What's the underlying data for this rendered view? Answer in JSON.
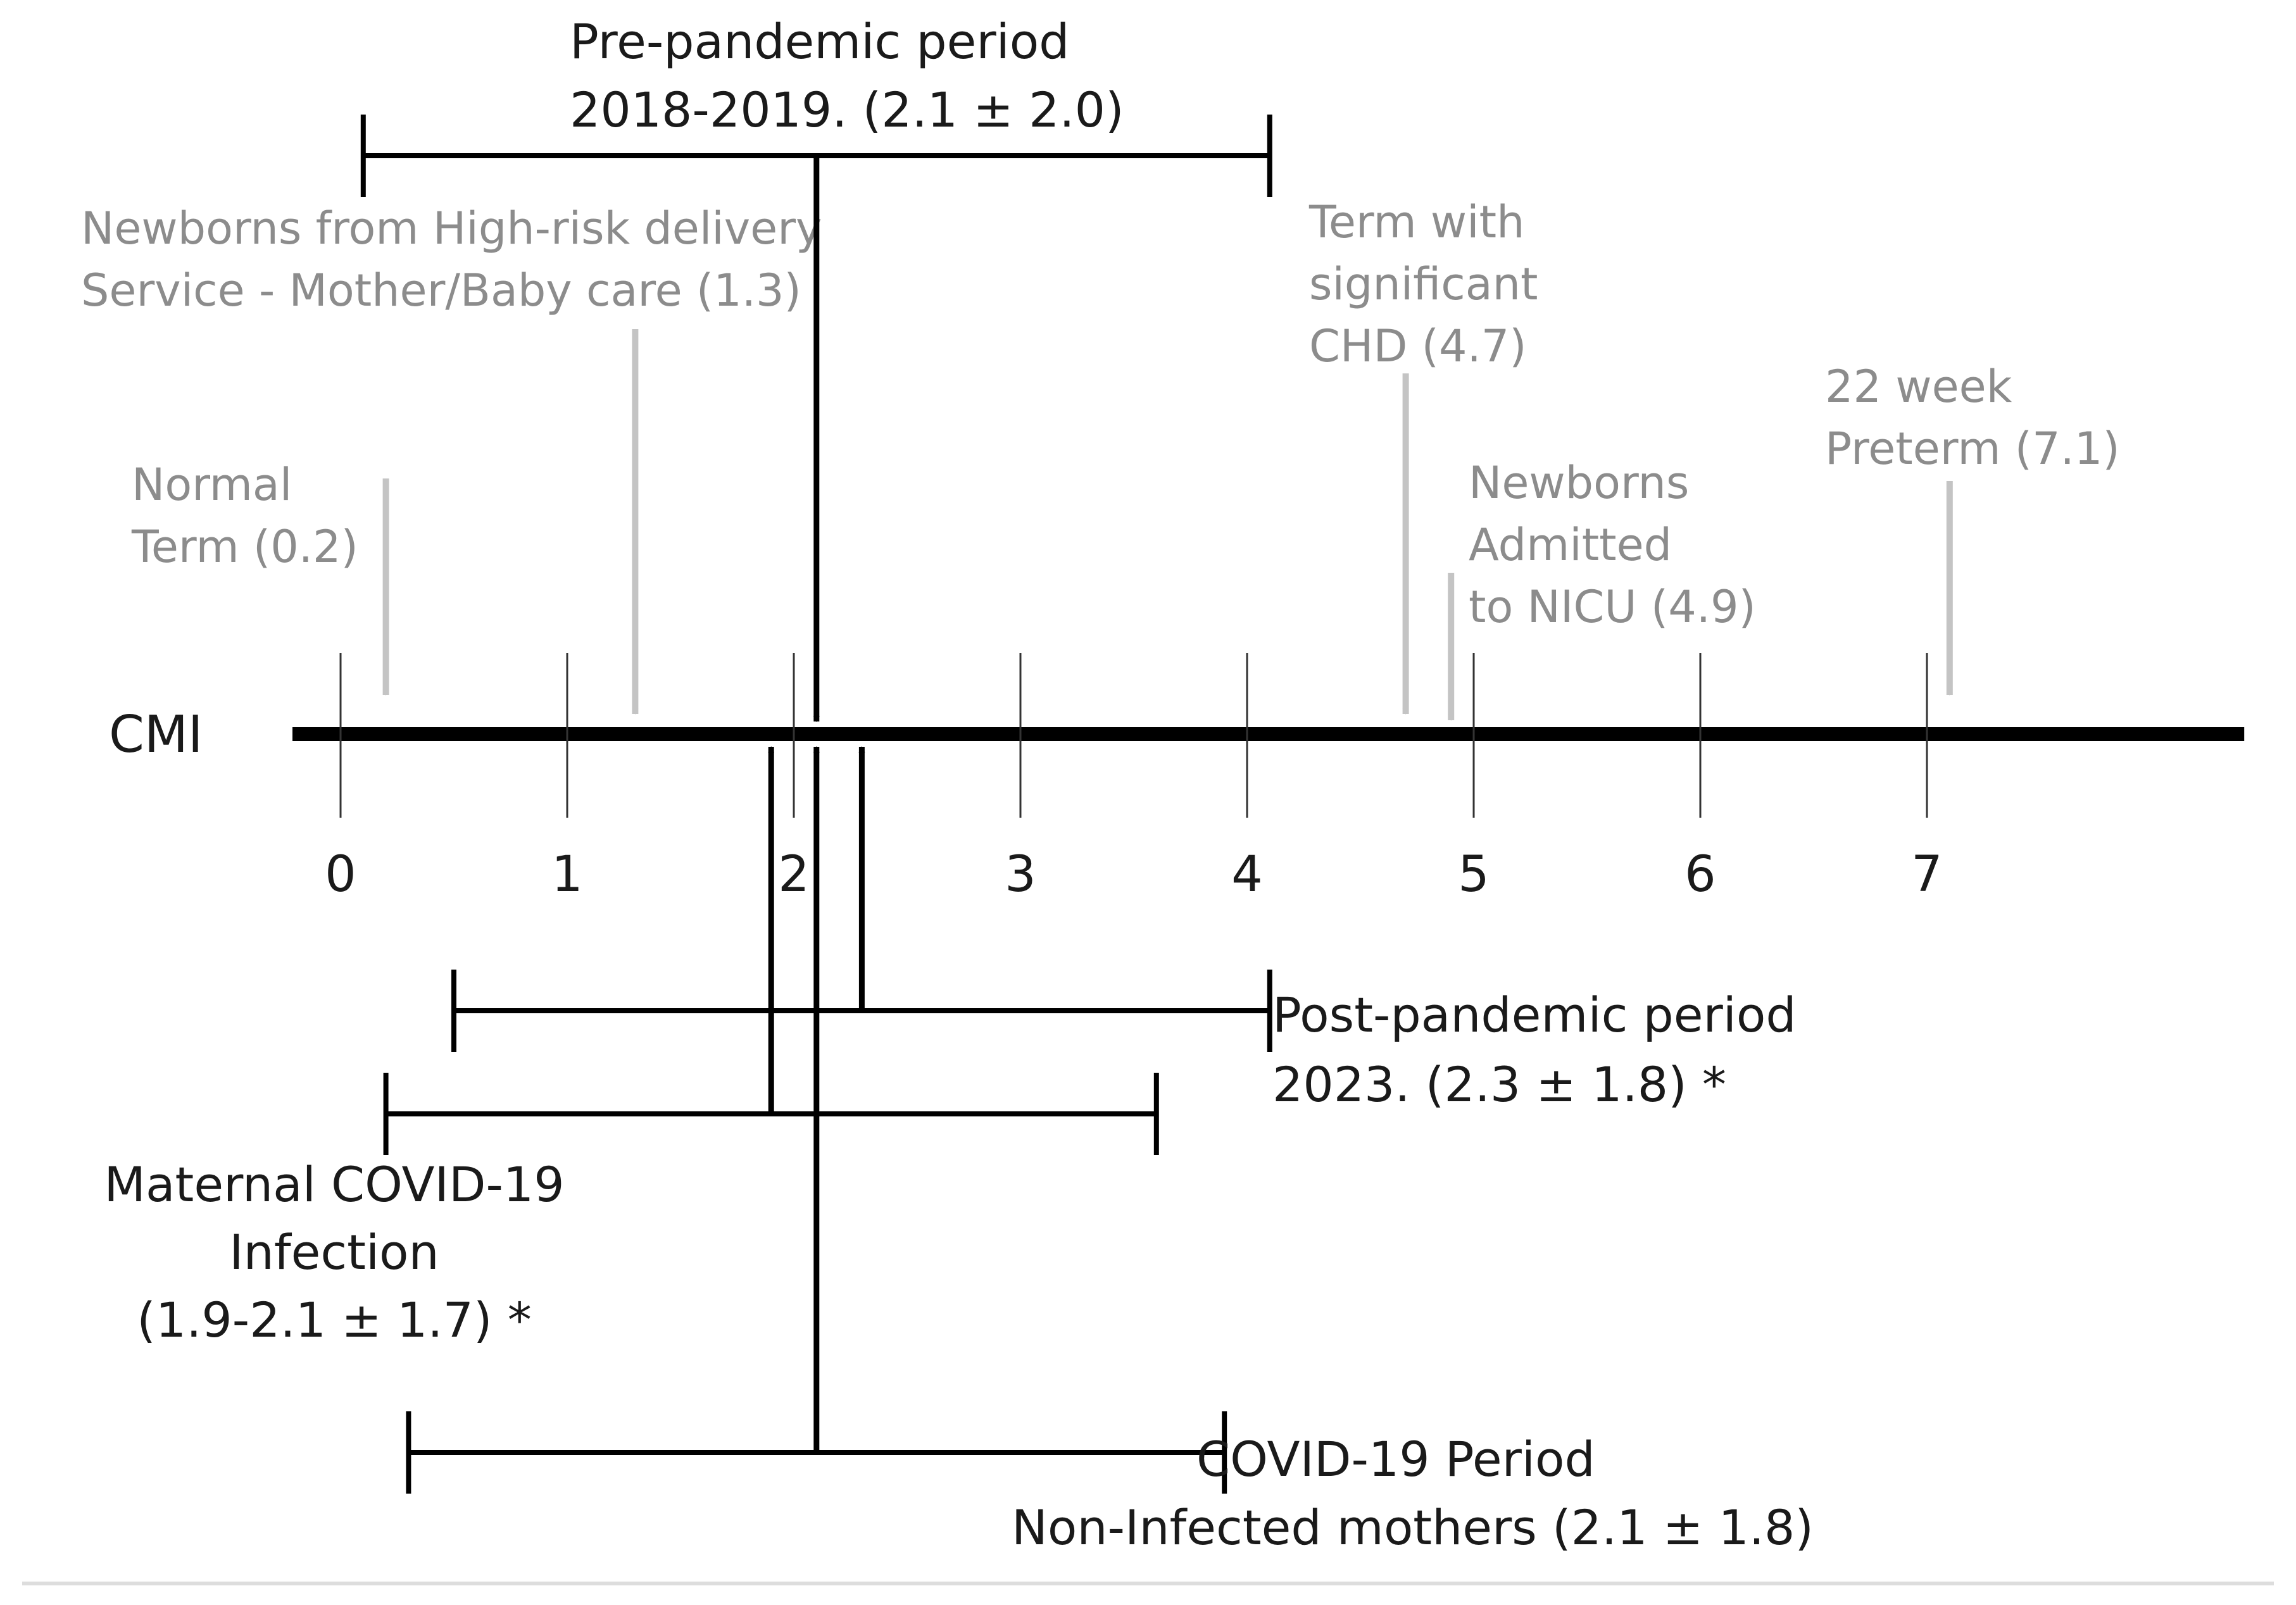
{
  "axis": {
    "label": "CMI",
    "ticks": [
      "0",
      "1",
      "2",
      "3",
      "4",
      "5",
      "6",
      "7"
    ],
    "range": [
      0,
      8.4
    ]
  },
  "reference_markers": [
    {
      "value": 0.2,
      "lines": [
        "Normal",
        "Term (0.2)"
      ]
    },
    {
      "value": 1.3,
      "lines": [
        "Newborns from High-risk delivery",
        "Service - Mother/Baby care (1.3)"
      ]
    },
    {
      "value": 4.7,
      "lines": [
        "Term with",
        "significant",
        "CHD (4.7)"
      ]
    },
    {
      "value": 4.9,
      "lines": [
        "Newborns",
        "Admitted",
        "to NICU (4.9)"
      ]
    },
    {
      "value": 7.1,
      "lines": [
        "22 week",
        "Preterm (7.1)"
      ]
    }
  ],
  "groups": [
    {
      "id": "pre-pandemic",
      "mean": 2.1,
      "sd": 2.0,
      "lines": [
        "Pre-pandemic period",
        "2018-2019.  (2.1 ± 2.0)"
      ]
    },
    {
      "id": "post-pandemic",
      "mean": 2.3,
      "sd": 1.8,
      "lines": [
        "Post-pandemic period",
        "2023.  (2.3 ± 1.8) *"
      ]
    },
    {
      "id": "maternal-covid",
      "mean": 1.9,
      "sd": 1.7,
      "lines": [
        "Maternal COVID-19",
        "Infection",
        "(1.9-2.1 ± 1.7) *"
      ]
    },
    {
      "id": "covid-period",
      "mean": 2.1,
      "sd": 1.8,
      "lines": [
        "COVID-19 Period",
        "Non-Infected mothers (2.1 ± 1.8)"
      ]
    }
  ],
  "colors": {
    "dark": "#000000",
    "grey": "#c4c4c4",
    "grey_text": "#8c8c8c"
  }
}
